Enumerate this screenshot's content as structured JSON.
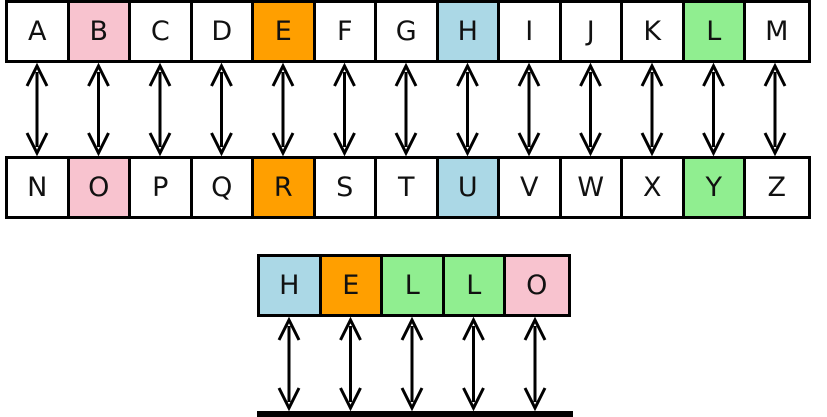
{
  "colors": {
    "pink": "#f8c3cf",
    "orange": "#ff9f00",
    "blue": "#abd8e6",
    "green": "#90ee90",
    "white": "#ffffff"
  },
  "top_row": [
    {
      "letter": "A",
      "color": "white"
    },
    {
      "letter": "B",
      "color": "pink"
    },
    {
      "letter": "C",
      "color": "white"
    },
    {
      "letter": "D",
      "color": "white"
    },
    {
      "letter": "E",
      "color": "orange"
    },
    {
      "letter": "F",
      "color": "white"
    },
    {
      "letter": "G",
      "color": "white"
    },
    {
      "letter": "H",
      "color": "blue"
    },
    {
      "letter": "I",
      "color": "white"
    },
    {
      "letter": "J",
      "color": "white"
    },
    {
      "letter": "K",
      "color": "white"
    },
    {
      "letter": "L",
      "color": "green"
    },
    {
      "letter": "M",
      "color": "white"
    }
  ],
  "bottom_row": [
    {
      "letter": "N",
      "color": "white"
    },
    {
      "letter": "O",
      "color": "pink"
    },
    {
      "letter": "P",
      "color": "white"
    },
    {
      "letter": "Q",
      "color": "white"
    },
    {
      "letter": "R",
      "color": "orange"
    },
    {
      "letter": "S",
      "color": "white"
    },
    {
      "letter": "T",
      "color": "white"
    },
    {
      "letter": "U",
      "color": "blue"
    },
    {
      "letter": "V",
      "color": "white"
    },
    {
      "letter": "W",
      "color": "white"
    },
    {
      "letter": "X",
      "color": "white"
    },
    {
      "letter": "Y",
      "color": "green"
    },
    {
      "letter": "Z",
      "color": "white"
    }
  ],
  "word_row": [
    {
      "letter": "H",
      "color": "blue"
    },
    {
      "letter": "E",
      "color": "orange"
    },
    {
      "letter": "L",
      "color": "green"
    },
    {
      "letter": "L",
      "color": "green"
    },
    {
      "letter": "O",
      "color": "pink"
    }
  ]
}
